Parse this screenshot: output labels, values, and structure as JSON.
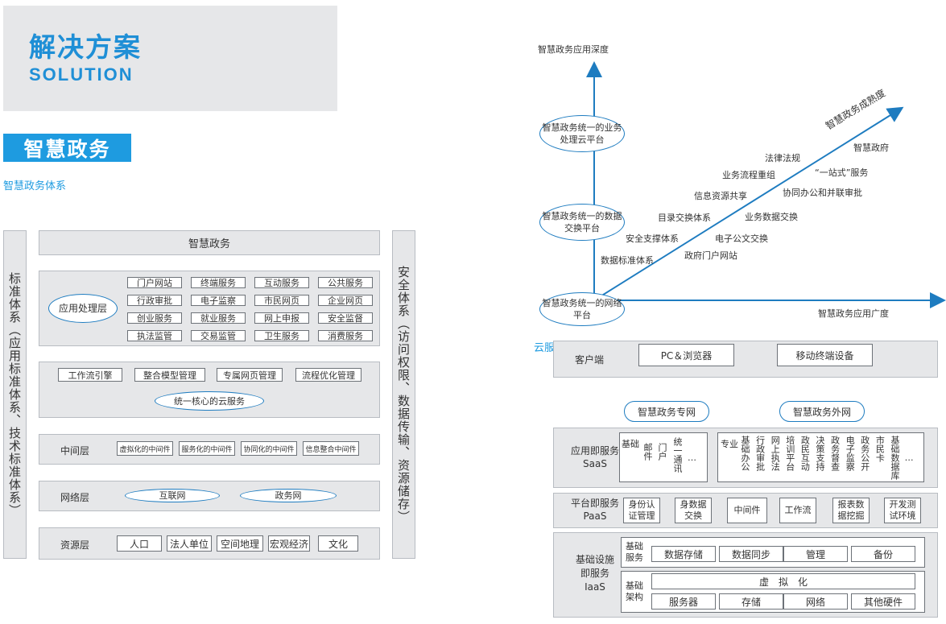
{
  "header": {
    "title": "解决方案",
    "subtitle": "SOLUTION"
  },
  "badge": "智慧政务",
  "left_section_label": "智慧政务体系",
  "left": {
    "left_side_text": "标准体系（应用标准体系、技术标准体系）",
    "right_side_text": "安全体系（访问权限、数据传输、资源储存）",
    "top_title": "智慧政务",
    "app_layer": {
      "label": "应用处理层",
      "items": [
        "门户网站",
        "终端服务",
        "互动服务",
        "公共服务",
        "行政审批",
        "电子监察",
        "市民网页",
        "企业网页",
        "创业服务",
        "就业服务",
        "网上申报",
        "安全监督",
        "执法监管",
        "交易监管",
        "卫生服务",
        "消费服务"
      ]
    },
    "core_layer": {
      "items": [
        "工作流引擎",
        "整合模型管理",
        "专属网页管理",
        "流程优化管理"
      ],
      "ellipse": "统一核心的云服务"
    },
    "middle_layer": {
      "label": "中间层",
      "items": [
        "虚拟化的中间件",
        "服务化的中间件",
        "协同化的中间件",
        "信息整合中间件"
      ]
    },
    "network_layer": {
      "label": "网络层",
      "items": [
        "互联网",
        "政务网"
      ]
    },
    "resource_layer": {
      "label": "资源层",
      "items": [
        "人口",
        "法人单位",
        "空间地理",
        "宏观经济",
        "文化"
      ]
    }
  },
  "chart": {
    "y_axis_label": "智慧政务应用深度",
    "x_axis_label": "智慧政务应用广度",
    "diagonal_label": "智慧政务成熟度",
    "stages": [
      "智慧政务统一的业务处理云平台",
      "智慧政务统一的数据交换平台",
      "智慧政务统一的网络平台"
    ],
    "upper_labels": [
      "法律法规",
      "业务流程重组",
      "信息资源共享",
      "目录交换体系",
      "安全支撑体系",
      "数据标准体系"
    ],
    "lower_labels": [
      "智慧政府",
      "“一站式”服务",
      "协同办公和并联审批",
      "业务数据交换",
      "电子公文交换",
      "政府门户网站"
    ]
  },
  "cloud_section_label": "云服务架构",
  "cloud": {
    "client": {
      "label": "客户端",
      "items": [
        "PC＆浏览器",
        "移动终端设备"
      ]
    },
    "networks": [
      "智慧政务专网",
      "智慧政务外网"
    ],
    "saas": {
      "label_line1": "应用即服务",
      "label_line2": "SaaS",
      "basic_label": "基础",
      "basic_items": [
        "邮件",
        "门户",
        "统一通讯",
        "…"
      ],
      "pro_label": "专业",
      "pro_items": [
        "基础办公",
        "行政审批",
        "网上执法",
        "培训平台",
        "政民互动",
        "决策支持",
        "政务督查",
        "电子监察",
        "政务公开",
        "市民卡",
        "基础数据库",
        "…"
      ]
    },
    "paas": {
      "label_line1": "平台即服务",
      "label_line2": "PaaS",
      "items": [
        "身份认证管理",
        "身数据交换",
        "中间件",
        "工作流",
        "报表数据挖掘",
        "开发测试环境"
      ]
    },
    "iaas": {
      "label_line1": "基础设施",
      "label_line2": "即服务",
      "label_line3": "IaaS",
      "service_label": "基础服务",
      "service_items": [
        "数据存储",
        "数据同步",
        "管理",
        "备份"
      ],
      "arch_label": "基础架构",
      "virtual": "虚　拟　化",
      "arch_items": [
        "服务器",
        "存储",
        "网络",
        "其他硬件"
      ]
    }
  },
  "colors": {
    "accent": "#1e9be0",
    "panel": "#e6e7e9",
    "axis": "#1e7cc0"
  }
}
